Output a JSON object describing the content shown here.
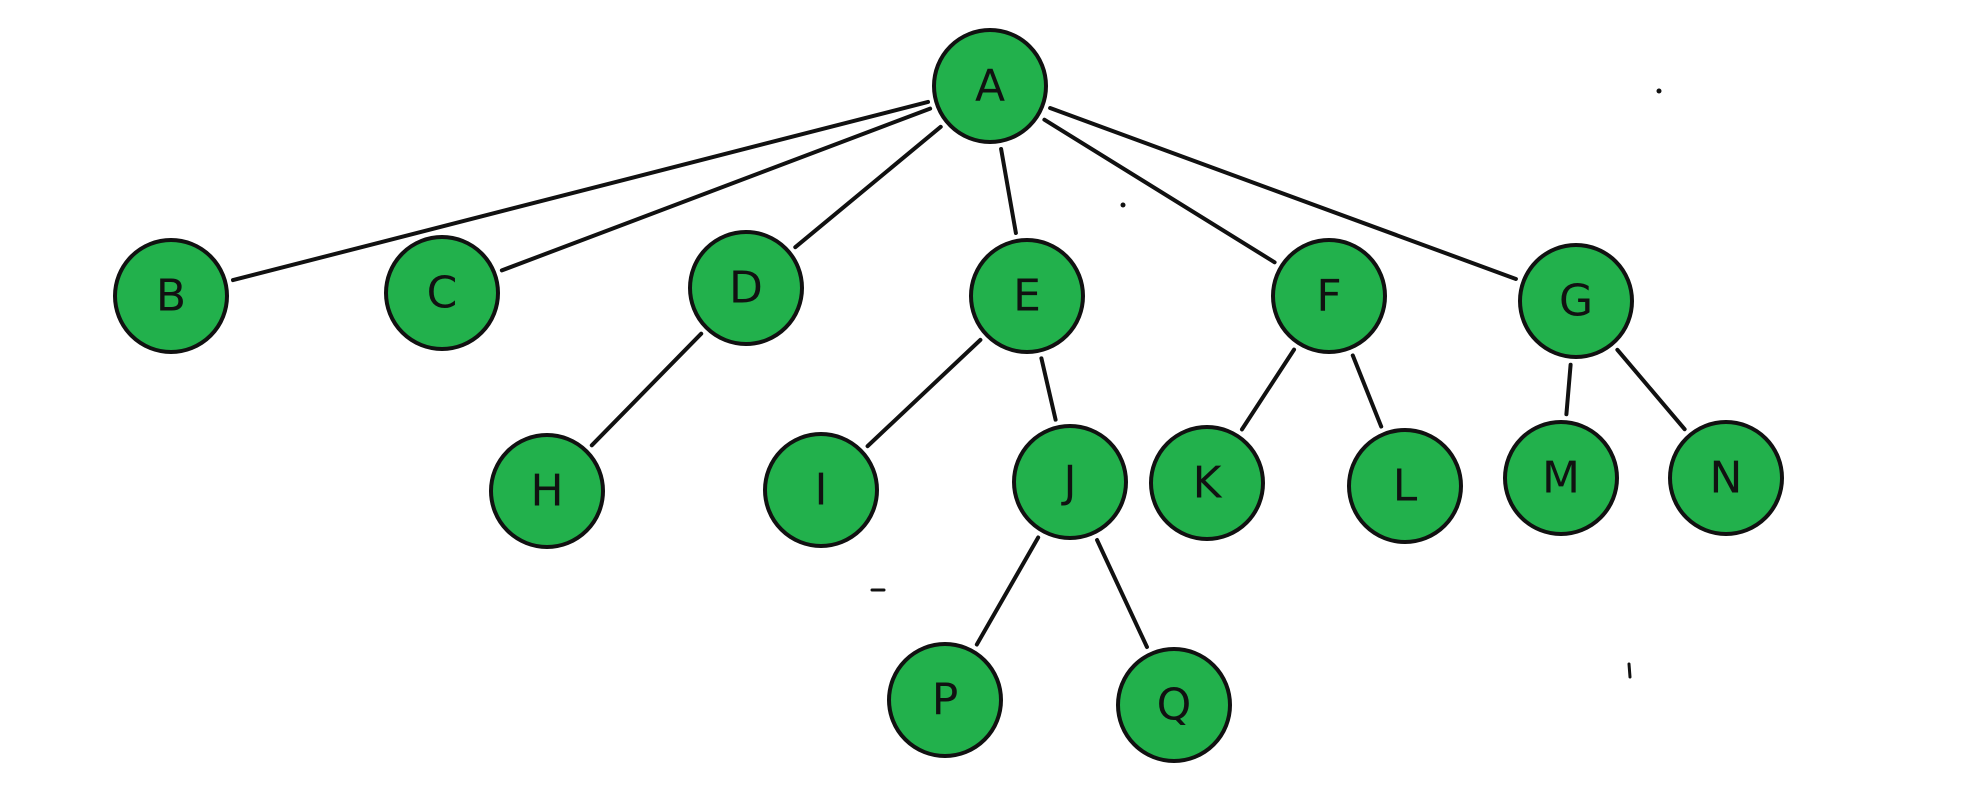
{
  "diagram": {
    "node_color": "#22b14c",
    "outline_color": "#111111",
    "nodes": [
      "A",
      "B",
      "C",
      "D",
      "E",
      "F",
      "G",
      "H",
      "I",
      "J",
      "K",
      "L",
      "M",
      "N",
      "P",
      "Q"
    ],
    "edges": [
      [
        "A",
        "B"
      ],
      [
        "A",
        "C"
      ],
      [
        "A",
        "D"
      ],
      [
        "A",
        "E"
      ],
      [
        "A",
        "F"
      ],
      [
        "A",
        "G"
      ],
      [
        "D",
        "H"
      ],
      [
        "E",
        "I"
      ],
      [
        "E",
        "J"
      ],
      [
        "F",
        "K"
      ],
      [
        "F",
        "L"
      ],
      [
        "G",
        "M"
      ],
      [
        "G",
        "N"
      ],
      [
        "J",
        "P"
      ],
      [
        "J",
        "Q"
      ]
    ]
  }
}
